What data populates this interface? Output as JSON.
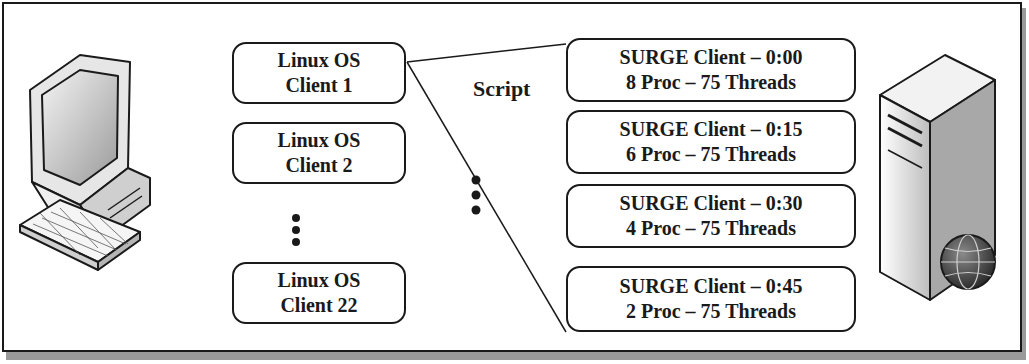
{
  "diagram": {
    "nodes": [
      {
        "text": [
          "Linux OS",
          "Client 1"
        ]
      },
      {
        "text": [
          "Linux OS",
          "Client 2"
        ]
      },
      {
        "text": [
          "Linux OS",
          "Client 22"
        ]
      },
      {
        "text": [
          "SURGE Client – 0:00",
          "8 Proc – 75 Threads"
        ]
      },
      {
        "text": [
          "SURGE Client – 0:15",
          "6 Proc – 75 Threads"
        ]
      },
      {
        "text": [
          "SURGE Client – 0:30",
          "4 Proc – 75 Threads"
        ]
      },
      {
        "text": [
          "SURGE Client – 0:45",
          "2 Proc – 75 Threads"
        ]
      }
    ],
    "labels": [
      "Script"
    ]
  }
}
